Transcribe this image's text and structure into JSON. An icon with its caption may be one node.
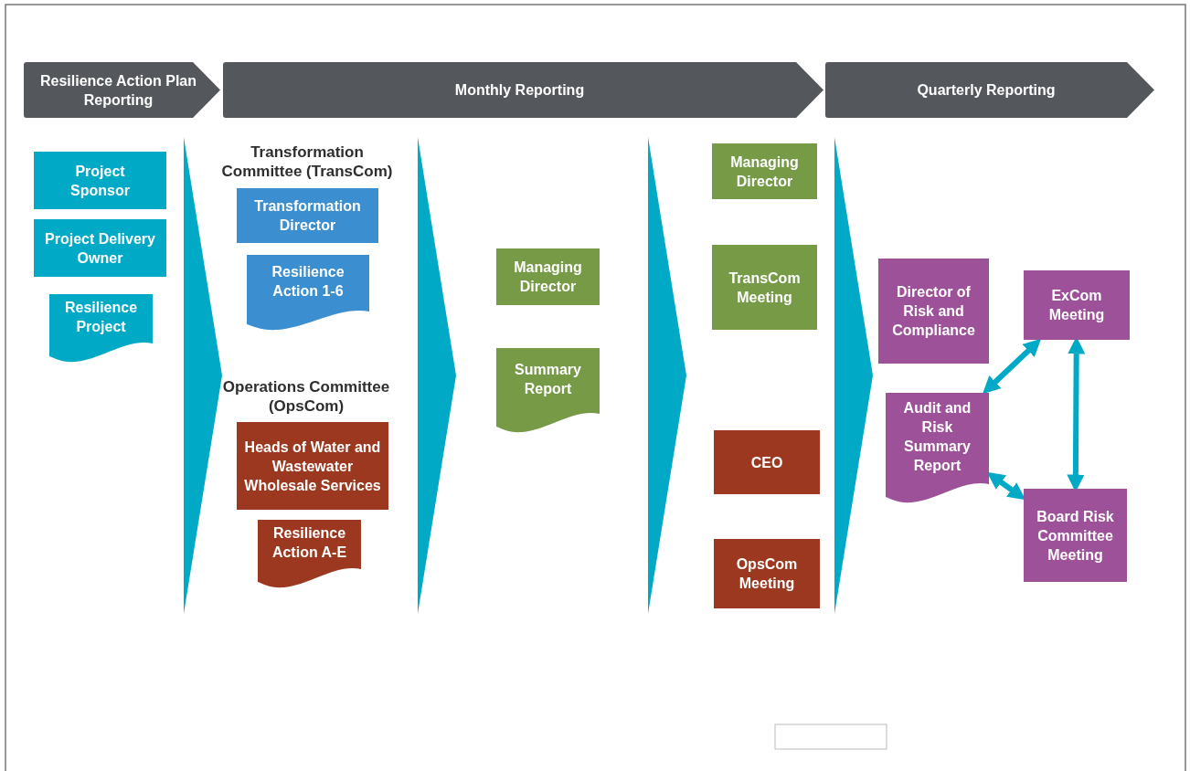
{
  "diagram": {
    "nodes": [
      {
        "text": [
          "Resilience Action Plan Reporting"
        ]
      },
      {
        "text": [
          "Monthly Reporting"
        ]
      },
      {
        "text": [
          "Quarterly Reporting"
        ]
      },
      {
        "text": [
          "Project Sponsor"
        ]
      },
      {
        "text": [
          "Project Delivery Owner"
        ]
      },
      {
        "text": [
          "Resilience Project"
        ]
      },
      {
        "text": [
          "Transformation Director"
        ]
      },
      {
        "text": [
          "Resilience Action 1-6"
        ]
      },
      {
        "text": [
          "Heads of Water and Wastewater Wholesale Services"
        ]
      },
      {
        "text": [
          "Resilience Action A-E"
        ]
      },
      {
        "text": [
          "Managing Director"
        ]
      },
      {
        "text": [
          "Summary Report"
        ]
      },
      {
        "text": [
          "Managing Director"
        ]
      },
      {
        "text": [
          "TransCom Meeting"
        ]
      },
      {
        "text": [
          "CEO"
        ]
      },
      {
        "text": [
          "OpsCom Meeting"
        ]
      },
      {
        "text": [
          "Director of Risk and Compliance"
        ]
      },
      {
        "text": [
          "ExCom Meeting"
        ]
      },
      {
        "text": [
          "Audit and Risk Summary Report"
        ]
      },
      {
        "text": [
          "Board Risk Committee Meeting"
        ]
      },
      {
        "text": [],
        "shape": "triangle"
      },
      {
        "text": [],
        "shape": "triangle"
      },
      {
        "text": [],
        "shape": "triangle"
      },
      {
        "text": [],
        "shape": "triangle"
      }
    ],
    "edges": [
      {
        "from": 18,
        "to": 17,
        "arrow": "both"
      },
      {
        "from": 17,
        "to": 19,
        "arrow": "both"
      },
      {
        "from": 18,
        "to": 19,
        "arrow": "both"
      }
    ],
    "labels": [
      "Transformation Committee (TransCom)",
      "Operations Committee (OpsCom)"
    ]
  }
}
